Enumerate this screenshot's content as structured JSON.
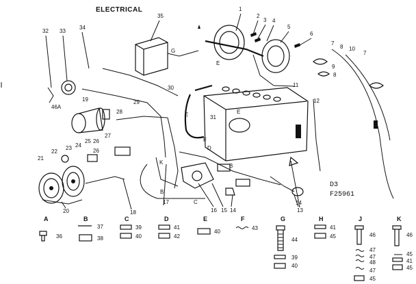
{
  "title": "ELECTRICAL",
  "diagram_code": "D3",
  "part_number": "F25961",
  "callouts": {
    "c1": "1",
    "c2": "2",
    "c3": "3",
    "c4": "4",
    "c5": "5",
    "c6": "6",
    "c7": "7",
    "c8": "8",
    "c9": "9",
    "c10": "10",
    "c7b": "7",
    "c8b": "8",
    "c11": "11",
    "c12": "12",
    "c13": "13",
    "c14": "14",
    "c14b": "14",
    "c15": "15",
    "c16": "16",
    "c17": "17",
    "c18": "18",
    "c19": "19",
    "c20": "20",
    "c21": "21",
    "c22": "22",
    "c23": "23",
    "c24": "24",
    "c25": "25",
    "c26": "26",
    "c26b": "26",
    "c27": "27",
    "c28": "28",
    "c29": "29",
    "c30": "30",
    "c31": "31",
    "c32": "32",
    "c33": "33",
    "c34": "34",
    "c35": "35",
    "c46a": "46A"
  },
  "letters": {
    "A1": "A",
    "B1": "B",
    "C1": "C",
    "D1": "D",
    "E1": "E",
    "F1": "F",
    "G1": "G",
    "H1": "H",
    "J1": "J",
    "K1": "K",
    "Bd": "B",
    "Cd": "C",
    "Dd": "D",
    "Ed": "E",
    "Fd": "F",
    "Gd": "G",
    "Kd": "K"
  },
  "legend": {
    "A": [
      "36"
    ],
    "B": [
      "37",
      "38"
    ],
    "C": [
      "39",
      "40"
    ],
    "D": [
      "41",
      "42"
    ],
    "E": [
      "40"
    ],
    "F": [
      "43"
    ],
    "G": [
      "44",
      "39",
      "40"
    ],
    "H": [
      "41",
      "45"
    ],
    "J": [
      "46",
      "47",
      "47",
      "48",
      "47",
      "45"
    ],
    "K": [
      "46",
      "45",
      "41",
      "45"
    ]
  }
}
